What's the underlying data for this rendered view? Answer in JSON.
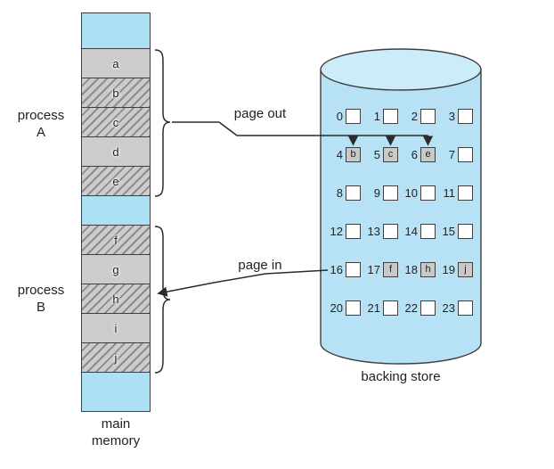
{
  "colors": {
    "memory_blue": "#ace0f4",
    "cell_gray": "#cccccc",
    "hatch_line": "#8c8c8c",
    "cylinder_fill": "#b7e2f5",
    "cylinder_top": "#cdecfa",
    "slot_filled": "#c9c9c9",
    "slot_empty": "#ffffff",
    "outline": "#3f3f3f",
    "line": "#2b2b2b",
    "text": "#231f20"
  },
  "memory": {
    "label": "main memory",
    "group_a": {
      "process_label": "process A",
      "cells": [
        {
          "letter": "a",
          "hatched": false
        },
        {
          "letter": "b",
          "hatched": true
        },
        {
          "letter": "c",
          "hatched": true
        },
        {
          "letter": "d",
          "hatched": false
        },
        {
          "letter": "e",
          "hatched": true
        }
      ]
    },
    "group_b": {
      "process_label": "process B",
      "cells": [
        {
          "letter": "f",
          "hatched": true
        },
        {
          "letter": "g",
          "hatched": false
        },
        {
          "letter": "h",
          "hatched": true
        },
        {
          "letter": "i",
          "hatched": false
        },
        {
          "letter": "j",
          "hatched": true
        }
      ]
    }
  },
  "arrows": {
    "page_out_label": "page out",
    "page_in_label": "page in"
  },
  "backing_store": {
    "label": "backing store",
    "slots": [
      {
        "num": 0,
        "letter": ""
      },
      {
        "num": 1,
        "letter": ""
      },
      {
        "num": 2,
        "letter": ""
      },
      {
        "num": 3,
        "letter": ""
      },
      {
        "num": 4,
        "letter": "b"
      },
      {
        "num": 5,
        "letter": "c"
      },
      {
        "num": 6,
        "letter": "e"
      },
      {
        "num": 7,
        "letter": ""
      },
      {
        "num": 8,
        "letter": ""
      },
      {
        "num": 9,
        "letter": ""
      },
      {
        "num": 10,
        "letter": ""
      },
      {
        "num": 11,
        "letter": ""
      },
      {
        "num": 12,
        "letter": ""
      },
      {
        "num": 13,
        "letter": ""
      },
      {
        "num": 14,
        "letter": ""
      },
      {
        "num": 15,
        "letter": ""
      },
      {
        "num": 16,
        "letter": ""
      },
      {
        "num": 17,
        "letter": "f"
      },
      {
        "num": 18,
        "letter": "h"
      },
      {
        "num": 19,
        "letter": "j"
      },
      {
        "num": 20,
        "letter": ""
      },
      {
        "num": 21,
        "letter": ""
      },
      {
        "num": 22,
        "letter": ""
      },
      {
        "num": 23,
        "letter": ""
      }
    ]
  }
}
